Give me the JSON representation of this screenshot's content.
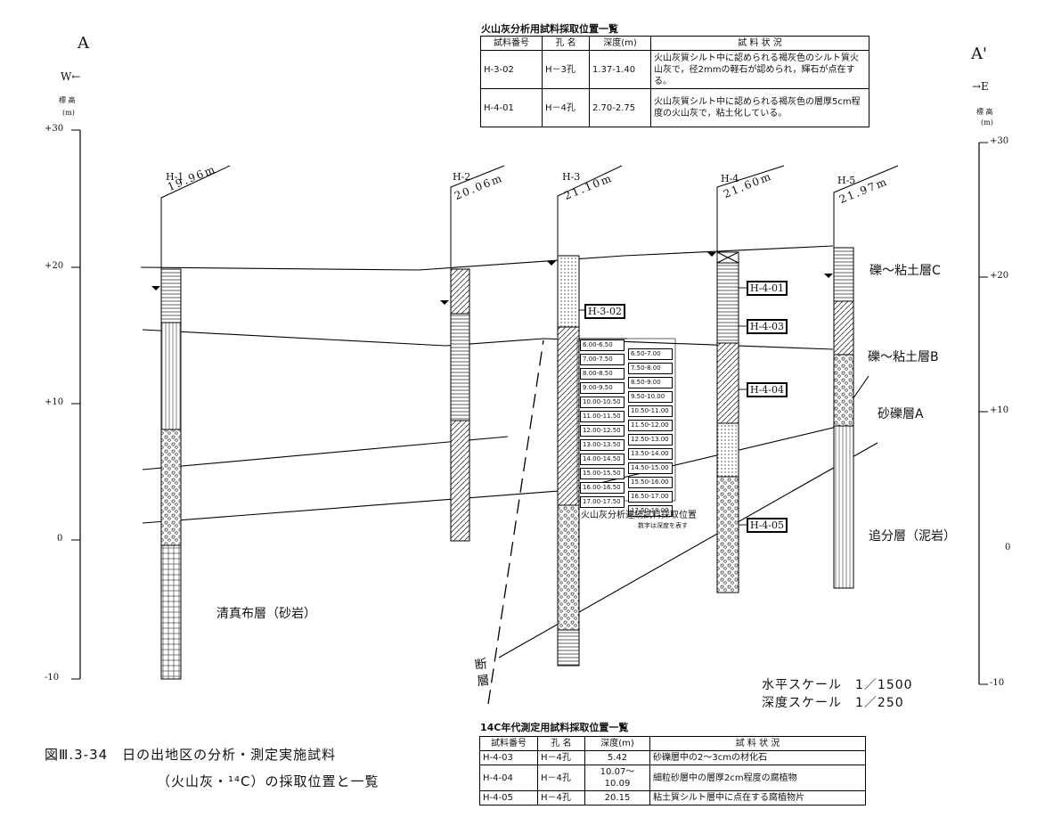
{
  "top_table": {
    "title": "火山灰分析用試料採取位置一覧",
    "headers": [
      "試料番号",
      "孔 名",
      "深度(m)",
      "試 料 状 況"
    ],
    "rows": [
      [
        "H-3-02",
        "H－3孔",
        "1.37-1.40",
        "火山灰質シルト中に認められる褐灰色のシルト質火山灰で，径2mmの軽石が認められ，輝石が点在する。"
      ],
      [
        "H-4-01",
        "H－4孔",
        "2.70-2.75",
        "火山灰質シルト中に認められる褐灰色の層厚5cm程度の火山灰で，粘土化している。"
      ]
    ]
  },
  "bottom_table": {
    "title": "14C年代測定用試料採取位置一覧",
    "headers": [
      "試料番号",
      "孔 名",
      "深度(m)",
      "試 料 状 況"
    ],
    "rows": [
      [
        "H-4-03",
        "H－4孔",
        "5.42",
        "砂礫層中の2～3cmの材化石"
      ],
      [
        "H-4-04",
        "H－4孔",
        "10.07～10.09",
        "細粒砂層中の層厚2cm程度の腐植物"
      ],
      [
        "H-4-05",
        "H－4孔",
        "20.15",
        "粘土質シルト層中に点在する腐植物片"
      ]
    ]
  },
  "section": {
    "left_label": "A",
    "right_label": "A'",
    "left_dir": "W←",
    "right_dir": "→E",
    "elev_title": "標 高",
    "elev_unit": "(m)",
    "left_ticks": [
      "+30",
      "+20",
      "+10",
      "0",
      "-10"
    ],
    "right_ticks": [
      "+30",
      "+20",
      "+10",
      "0",
      "-10"
    ]
  },
  "boreholes": [
    {
      "name": "H-1",
      "elevation": "19.96m"
    },
    {
      "name": "H-2",
      "elevation": "20.06m"
    },
    {
      "name": "H-3",
      "elevation": "21.10m"
    },
    {
      "name": "H-4",
      "elevation": "21.60m"
    },
    {
      "name": "H-5",
      "elevation": "21.97m"
    }
  ],
  "sample_tags": [
    "H-3-02",
    "H-4-01",
    "H-4-03",
    "H-4-04",
    "H-4-05"
  ],
  "continuous_samples": {
    "col1": [
      "6.00-6.50",
      "7.00-7.50",
      "8.00-8.50",
      "9.00-9.50",
      "10.00-10.50",
      "11.00-11.50",
      "12.00-12.50",
      "13.00-13.50",
      "14.00-14.50",
      "15.00-15.50",
      "16.00-16.50",
      "17.00-17.50"
    ],
    "col2": [
      "6.50-7.00",
      "7.50-8.00",
      "8.50-9.00",
      "9.50-10.00",
      "10.50-11.00",
      "11.50-12.00",
      "12.50-13.00",
      "13.50-14.00",
      "14.50-15.00",
      "15.50-16.00",
      "16.50-17.00",
      "17.50-18.00"
    ],
    "caption": "火山灰分析連続試料採取位置",
    "note": "数字は深度を表す"
  },
  "layers": {
    "c": "礫～粘土層C",
    "b": "礫～粘土層B",
    "a": "砂礫層A",
    "oiwake": "追分層（泥岩）",
    "kiyomappu": "清真布層（砂岩）",
    "fault": "断 層"
  },
  "scales": {
    "horizontal": "水平スケール　1／1500",
    "depth": "深度スケール　1／250"
  },
  "figure_caption": {
    "line1": "図Ⅲ.3-34　日の出地区の分析・測定実施試料",
    "line2": "（火山灰・¹⁴C）の採取位置と一覧"
  }
}
